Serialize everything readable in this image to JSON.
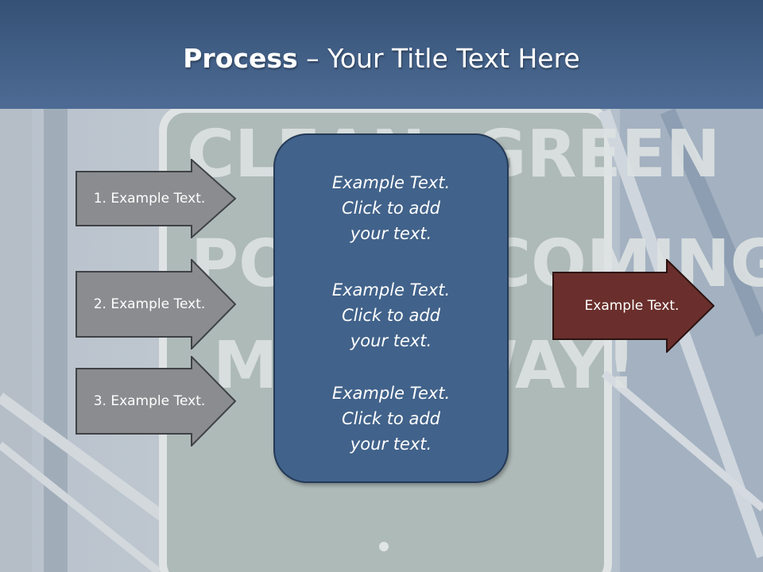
{
  "slide": {
    "title_bold": "Process",
    "title_rest": " – Your Title Text Here",
    "left_arrows": [
      {
        "label": "1. Example Text."
      },
      {
        "label": "2. Example Text."
      },
      {
        "label": "3. Example Text."
      }
    ],
    "center_box": {
      "items": [
        "Example Text.\nClick  to add\nyour text.",
        "Example Text.\nClick  to add\nyour text.",
        "Example Text.\nClick  to add\nyour text."
      ]
    },
    "right_arrow": {
      "label": "Example Text."
    }
  },
  "colors": {
    "header": "#4d6b94",
    "left_arrow_fill": "#8a8c8f",
    "right_arrow_fill": "#6a2f2c",
    "center_box_fill": "#41628a"
  }
}
